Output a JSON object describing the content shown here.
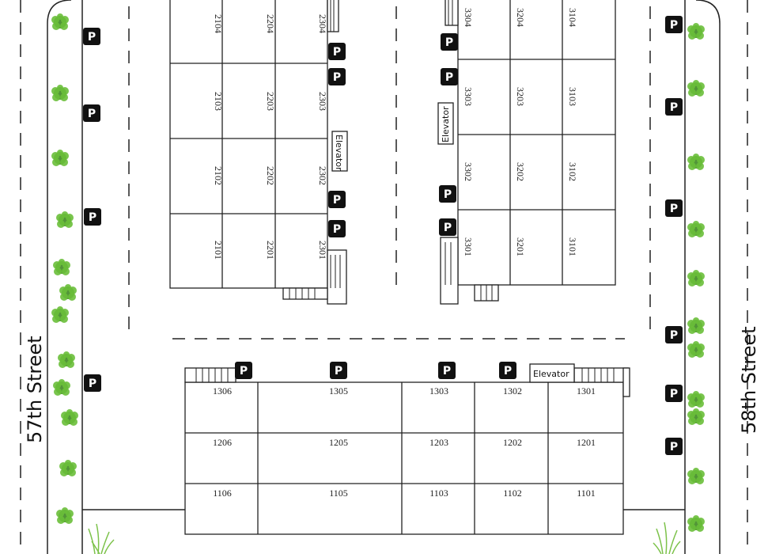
{
  "streets": {
    "west": "57th Street",
    "east": "58th Street"
  },
  "elevator_label": "Elevator",
  "parking_label": "P",
  "building_2000": {
    "rows": [
      [
        "2104",
        "2204",
        "2304"
      ],
      [
        "2103",
        "2203",
        "2303"
      ],
      [
        "2102",
        "2202",
        "2302"
      ],
      [
        "2101",
        "2201",
        "2301"
      ]
    ]
  },
  "building_3000": {
    "rows": [
      [
        "3304",
        "3204",
        "3104"
      ],
      [
        "3303",
        "3203",
        "3103"
      ],
      [
        "3302",
        "3202",
        "3102"
      ],
      [
        "3301",
        "3201",
        "3101"
      ]
    ]
  },
  "building_1000": {
    "rows": [
      [
        "1306",
        "1305",
        "1303",
        "1302",
        "1301"
      ],
      [
        "1206",
        "1205",
        "1203",
        "1202",
        "1201"
      ],
      [
        "1106",
        "1105",
        "1103",
        "1102",
        "1101"
      ]
    ]
  },
  "colors": {
    "tree": "#6abf3a",
    "tree_dark": "#3f8a22",
    "parking_bg": "#111111",
    "grass": "#7cc24a"
  },
  "icons": {
    "parking": "parking-sign-icon",
    "tree": "tree-icon",
    "grass": "grass-icon"
  }
}
